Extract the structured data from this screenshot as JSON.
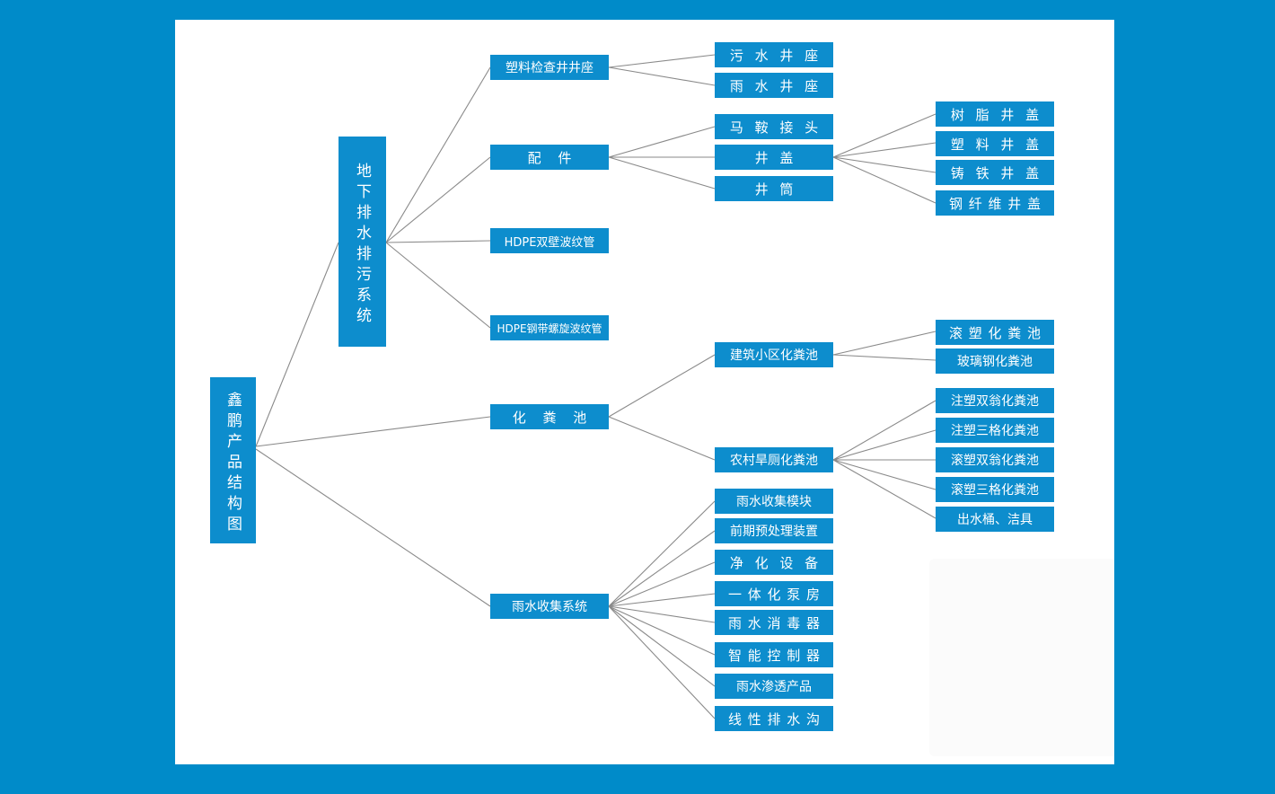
{
  "page": {
    "title": "鑫鹏产品结构图",
    "background_color": "#008BC9",
    "canvas_color": "#FFFFFF",
    "node_color": "#0D8DCD",
    "node_text_color": "#FFFFFF",
    "edge_color": "#8A8A8A"
  },
  "root": {
    "label": "鑫鹏产品结构图"
  },
  "level1": [
    {
      "label": "地下排水排污系统"
    }
  ],
  "level2": [
    {
      "label": "塑料检查井井座"
    },
    {
      "label": "配    件"
    },
    {
      "label": "HDPE双壁波纹管"
    },
    {
      "label": "HDPE钢带螺旋波纹管"
    },
    {
      "label": "化  粪  池"
    },
    {
      "label": "雨水收集系统"
    }
  ],
  "plastic_inspection_well_children": [
    {
      "label": "污 水 井 座"
    },
    {
      "label": "雨 水 井 座"
    }
  ],
  "fittings_children": [
    {
      "label": "马 鞍 接 头"
    },
    {
      "label": "井      盖"
    },
    {
      "label": "井      筒"
    }
  ],
  "manhole_cover_children": [
    {
      "label": "树 脂 井 盖"
    },
    {
      "label": "塑 料 井 盖"
    },
    {
      "label": "铸 铁 井 盖"
    },
    {
      "label": "钢 纤 维 井 盖"
    }
  ],
  "septic_tank_children": [
    {
      "label": "建筑小区化粪池"
    },
    {
      "label": "农村旱厕化粪池"
    }
  ],
  "community_septic_children": [
    {
      "label": "滚 塑 化 粪 池"
    },
    {
      "label": "玻璃钢化粪池"
    }
  ],
  "rural_toilet_septic_children": [
    {
      "label": "注塑双翁化粪池"
    },
    {
      "label": "注塑三格化粪池"
    },
    {
      "label": "滚塑双翁化粪池"
    },
    {
      "label": "滚塑三格化粪池"
    },
    {
      "label": "出水桶、洁具"
    }
  ],
  "rainwater_system_children": [
    {
      "label": "雨水收集模块"
    },
    {
      "label": "前期预处理装置"
    },
    {
      "label": "净 化 设 备"
    },
    {
      "label": "一 体 化 泵 房"
    },
    {
      "label": "雨 水 消 毒 器"
    },
    {
      "label": "智 能 控 制 器"
    },
    {
      "label": "雨水渗透产品"
    },
    {
      "label": "线 性 排 水 沟"
    }
  ]
}
